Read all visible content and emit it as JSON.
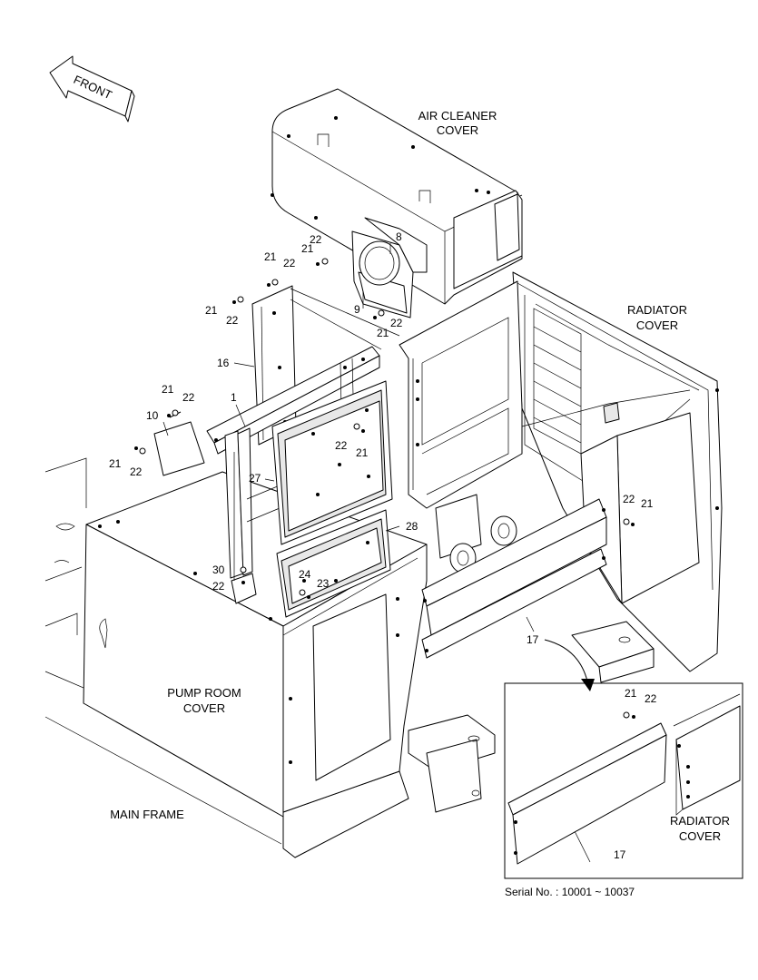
{
  "labels": {
    "front": "FRONT",
    "air_cleaner_1": "AIR CLEANER",
    "air_cleaner_2": "COVER",
    "radiator_1": "RADIATOR",
    "radiator_2": "COVER",
    "pump_room_1": "PUMP ROOM",
    "pump_room_2": "COVER",
    "main_frame": "MAIN FRAME",
    "inset_radiator_1": "RADIATOR",
    "inset_radiator_2": "COVER",
    "serial": "Serial No. : 10001 ~ 10037"
  },
  "callouts": {
    "c21a": "21",
    "c22a": "22",
    "c8": "8",
    "c21b": "21",
    "c22b": "22",
    "c21c": "21",
    "c22c": "22",
    "c9": "9",
    "c22d": "22",
    "c21d": "21",
    "c16": "16",
    "c1": "1",
    "c21e": "21",
    "c22e": "22",
    "c10": "10",
    "c21f": "21",
    "c22f": "22",
    "c22g": "22",
    "c21g": "21",
    "c27": "27",
    "c28": "28",
    "c22h": "22",
    "c21h": "21",
    "c30": "30",
    "c24": "24",
    "c23": "23",
    "c22i": "22",
    "c17": "17",
    "c21i": "21",
    "c22j": "22",
    "c17b": "17"
  }
}
